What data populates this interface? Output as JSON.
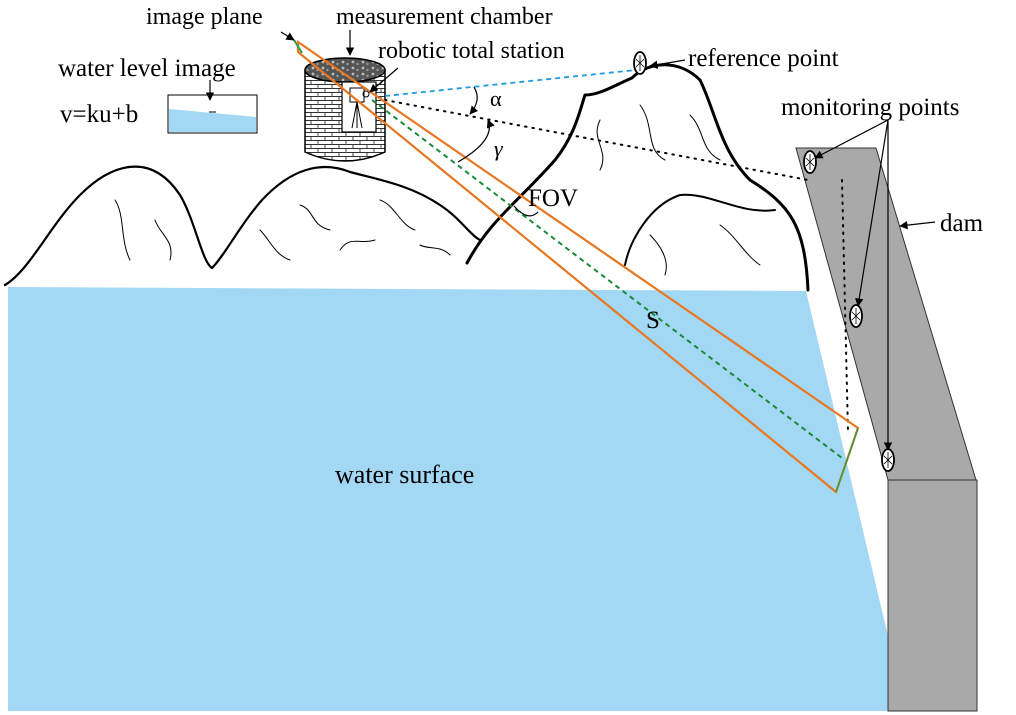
{
  "labels": {
    "image_plane": "image plane",
    "measurement_chamber": "measurement chamber",
    "robotic_total_station": "robotic total station",
    "reference_point": "reference point",
    "water_level_image": "water level image",
    "equation": "v=ku+b",
    "monitoring_points": "monitoring points",
    "dam": "dam",
    "alpha": "α",
    "gamma": "γ",
    "fov": "FOV",
    "s": "S",
    "water_surface": "water surface"
  },
  "colors": {
    "water": "#a3d8f4",
    "dam": "#a9a9a9",
    "fov_outline": "#e87722",
    "reference_line": "#1e9be0",
    "sight_line": "#1a8a3a",
    "monitoring_line": "#000000",
    "image_plane": "#2e9e4a"
  },
  "icons": [
    "prism-reflector-icon",
    "brick-tower-icon"
  ]
}
